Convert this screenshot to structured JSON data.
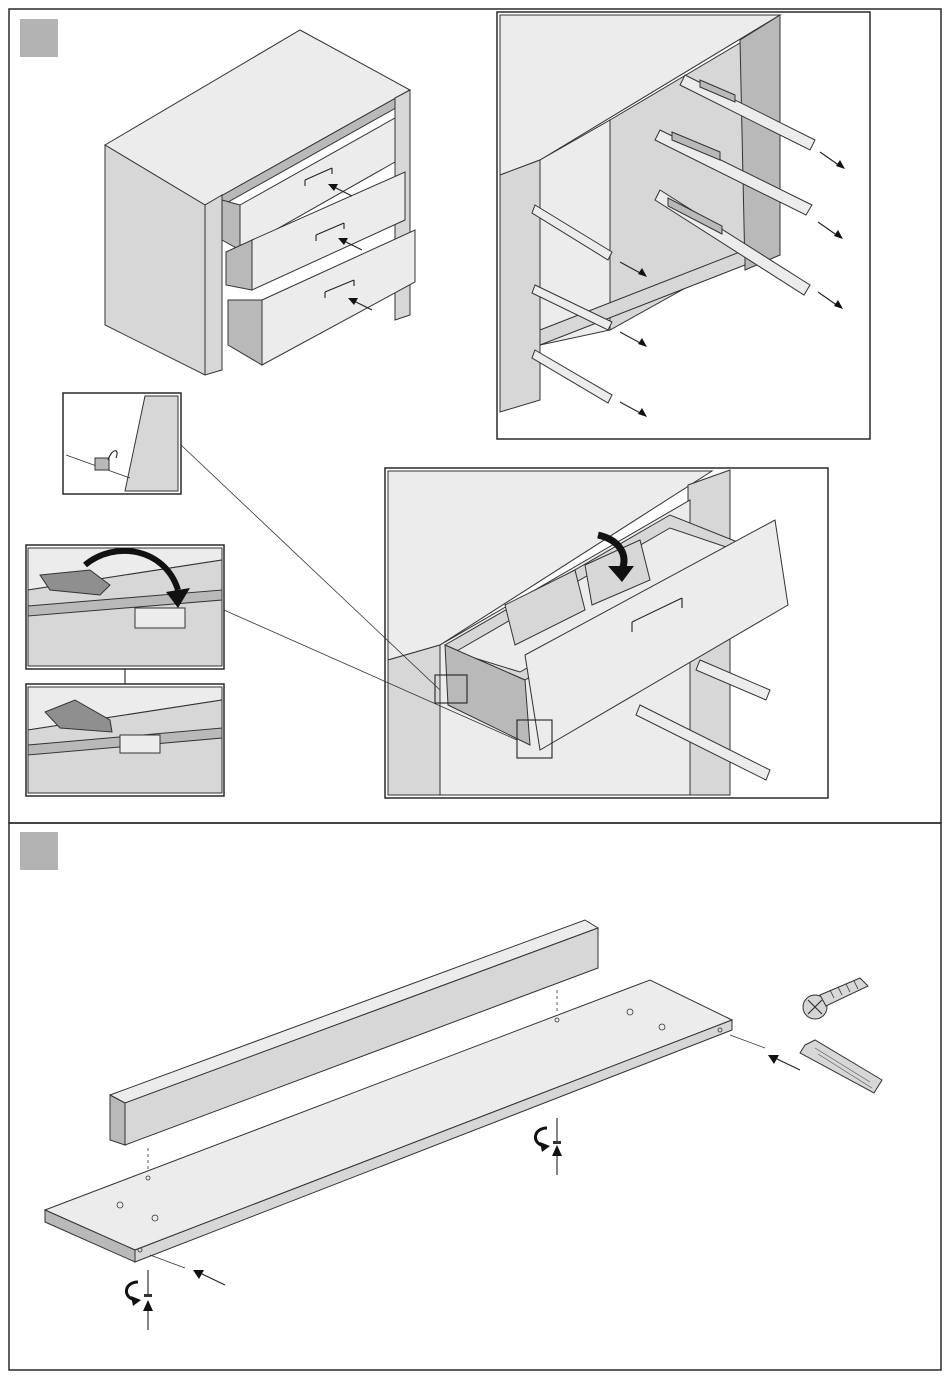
{
  "page": {
    "title": "",
    "background": "#ffffff",
    "border_color": "#2a2a2a"
  },
  "colors": {
    "badge": "#b3b3b3",
    "panel_light": "#ececec",
    "panel_mid": "#d7d7d7",
    "panel_dark": "#b9b9b9"
  },
  "steps": [
    {
      "badge_text": "",
      "scenes": [
        "dresser-overview",
        "carcass-interior-runners",
        "lever-detail-closeups",
        "drawer-insertion"
      ]
    },
    {
      "badge_text": "",
      "scenes": [
        "plinth-board-assembly",
        "hardware-screw-and-dowel"
      ]
    }
  ],
  "icons": [
    "arrow-icon",
    "rotate-arrow-icon",
    "screw-icon",
    "dowel-icon",
    "rotate-screwdriver-icon"
  ]
}
